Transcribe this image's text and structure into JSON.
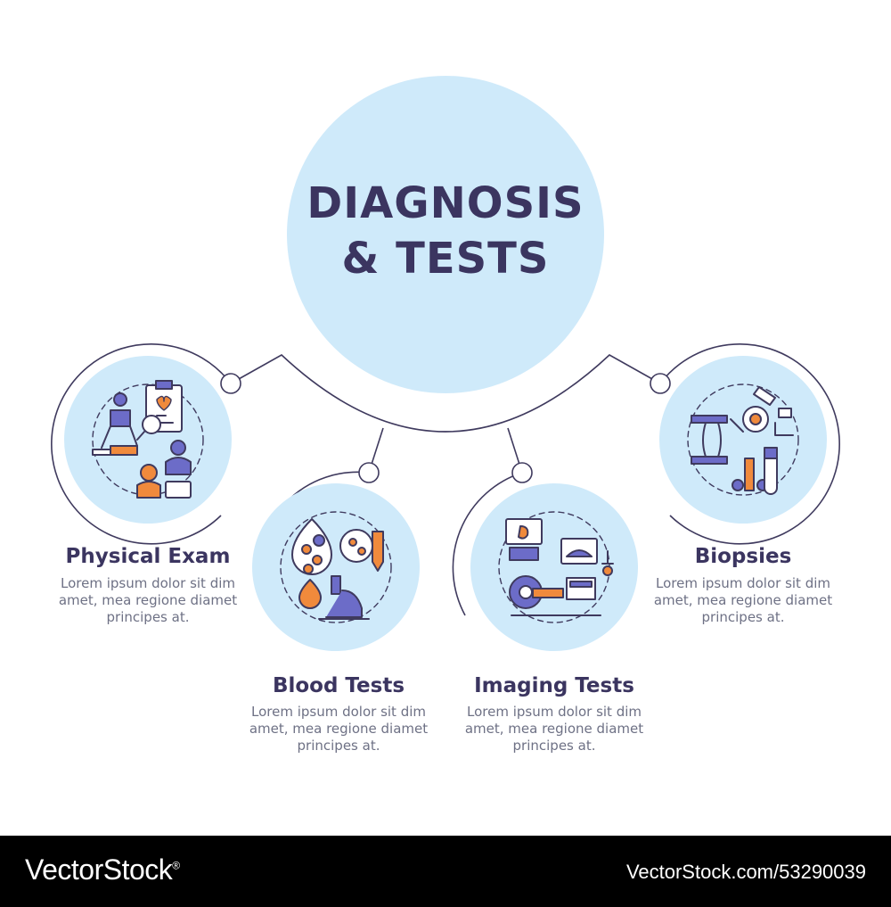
{
  "title": {
    "line1": "DIAGNOSIS",
    "line2": "& TESTS"
  },
  "nodes": [
    {
      "label": "Physical Exam",
      "desc_lines": [
        "Lorem ipsum dolor sit dim",
        "amet, mea regione diamet",
        "principes at."
      ],
      "icon": "physical-exam-icon"
    },
    {
      "label": "Blood Tests",
      "desc_lines": [
        "Lorem ipsum dolor sit dim",
        "amet, mea regione diamet",
        "principes at."
      ],
      "icon": "blood-tests-icon"
    },
    {
      "label": "Imaging Tests",
      "desc_lines": [
        "Lorem ipsum dolor sit dim",
        "amet, mea regione diamet",
        "principes at."
      ],
      "icon": "imaging-tests-icon"
    },
    {
      "label": "Biopsies",
      "desc_lines": [
        "Lorem ipsum dolor sit dim",
        "amet, mea regione diamet",
        "principes at."
      ],
      "icon": "biopsies-icon"
    }
  ],
  "colors": {
    "circle_fill": "#cfeafa",
    "line": "#3f3a5e",
    "title": "#3b3560",
    "desc": "#6e7185",
    "accent_orange": "#f08a3c",
    "accent_purple": "#6c6cc8"
  },
  "footer": {
    "brand": "VectorStock",
    "registered": "®",
    "stock_id": "VectorStock.com/53290039"
  }
}
